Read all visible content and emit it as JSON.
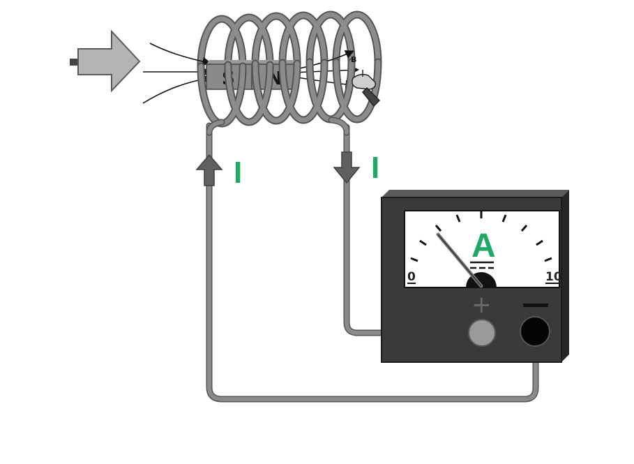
{
  "diagram": {
    "magnet": {
      "south_label": "S",
      "north_label": "N"
    },
    "field_label": "B",
    "current_labels": [
      "I",
      "I"
    ],
    "ammeter": {
      "unit_label": "A",
      "scale_min": "0",
      "scale_max": "10",
      "plus_sign": "+",
      "minus_sign": "−"
    },
    "colors": {
      "current_label": "#1fa866",
      "wire": "#7d7d7d",
      "meter_body": "#3a3a3a",
      "dial_face": "#ffffff"
    }
  }
}
